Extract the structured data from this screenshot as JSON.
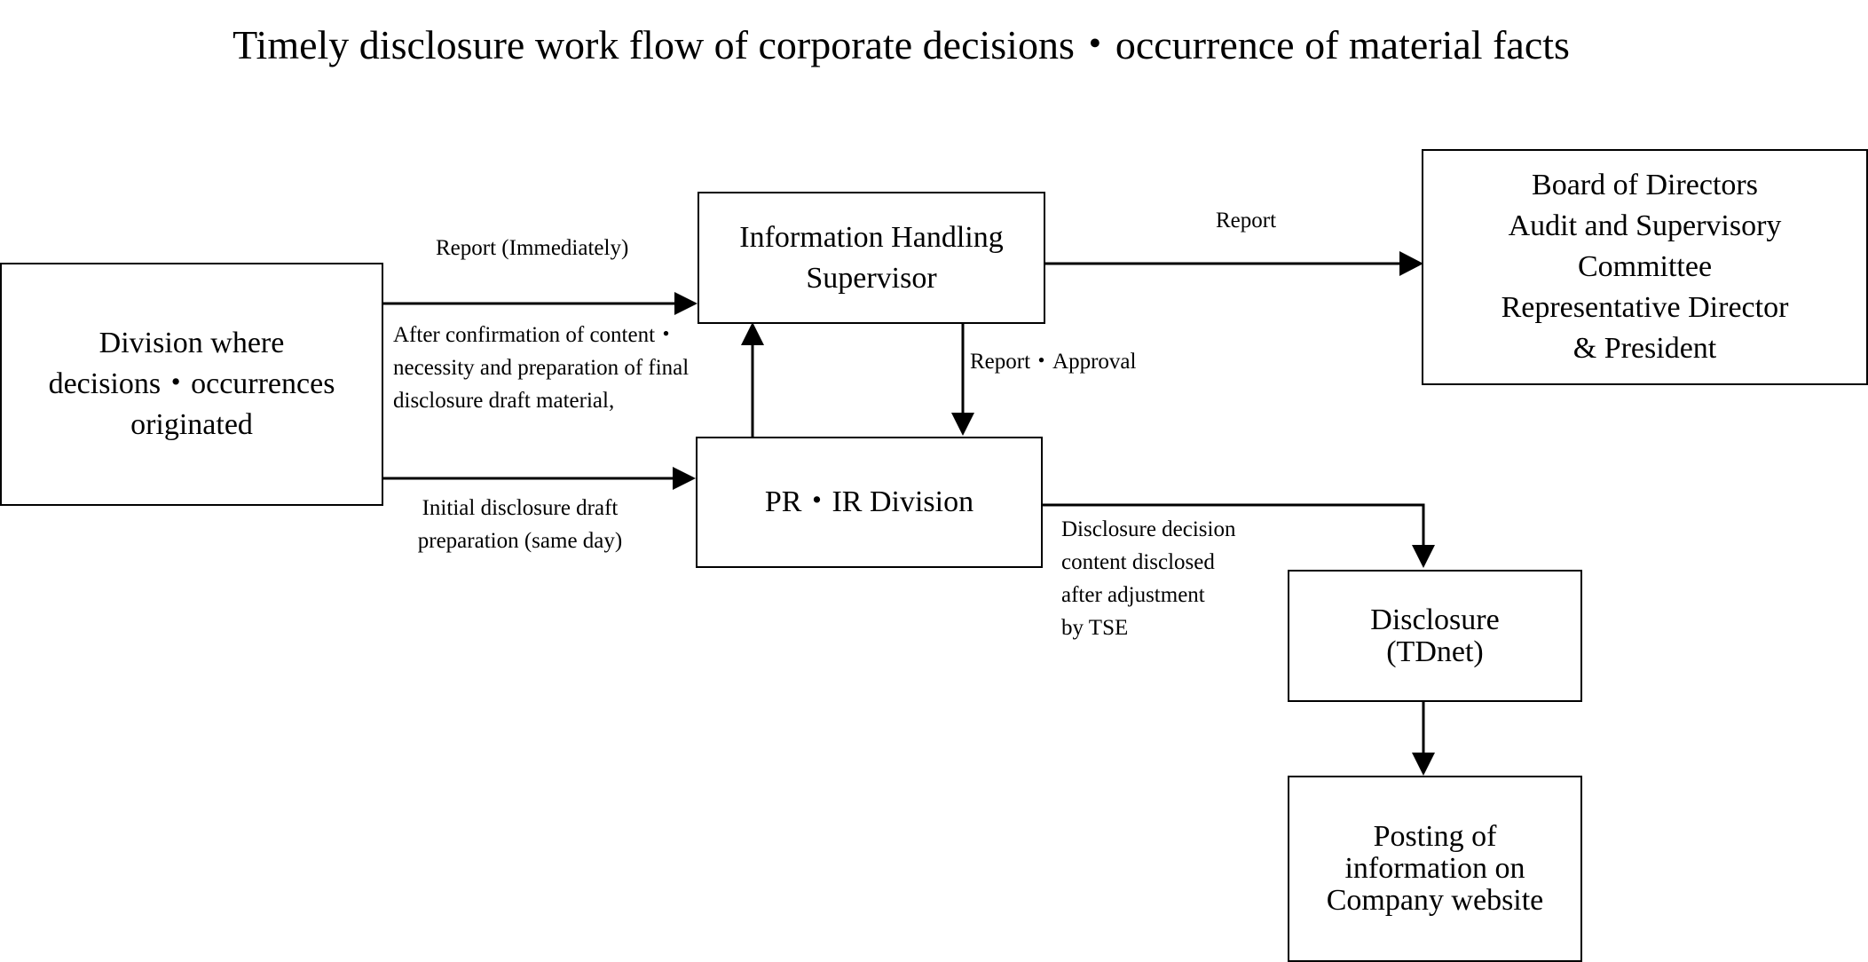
{
  "title": "Timely disclosure work flow of corporate decisions・occurrence of material facts",
  "nodes": {
    "division": {
      "lines": [
        "Division where",
        "decisions・occurrences",
        "originated"
      ]
    },
    "supervisor": {
      "lines": [
        "Information Handling",
        "Supervisor"
      ]
    },
    "board": {
      "lines": [
        "Board of Directors",
        "Audit and Supervisory",
        "Committee",
        "Representative Director",
        "& President"
      ]
    },
    "pr_ir": {
      "lines": [
        "PR・IR Division"
      ]
    },
    "tdnet": {
      "lines": [
        "Disclosure",
        "(TDnet)"
      ]
    },
    "website": {
      "lines": [
        "Posting of",
        "information on",
        "Company website"
      ]
    }
  },
  "edges": {
    "report_immediately": {
      "lines": [
        "Report (Immediately)"
      ]
    },
    "after_confirmation": {
      "lines": [
        "After confirmation of content・",
        "necessity and preparation of final",
        "disclosure draft material,"
      ]
    },
    "initial_draft": {
      "lines": [
        "Initial disclosure draft",
        "preparation (same day)"
      ]
    },
    "report_board": {
      "lines": [
        "Report"
      ]
    },
    "report_approval": {
      "lines": [
        "Report・Approval"
      ]
    },
    "disclosure_decision": {
      "lines": [
        "Disclosure decision",
        "content disclosed",
        "after adjustment",
        "by TSE"
      ]
    }
  }
}
